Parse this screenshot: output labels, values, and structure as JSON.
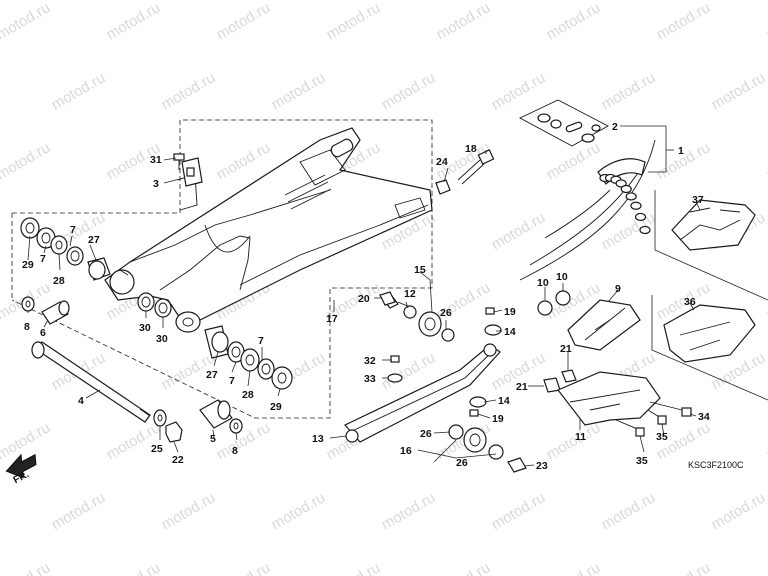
{
  "diagram": {
    "code": "KSC3F2100C",
    "front_marker": "FR.",
    "watermark": "motod.ru",
    "callouts": {
      "c1": "1",
      "c2": "2",
      "c3": "3",
      "c4": "4",
      "c5": "5",
      "c6": "6",
      "c7": "7",
      "c8": "8",
      "c9": "9",
      "c10": "10",
      "c11": "11",
      "c12": "12",
      "c13": "13",
      "c14": "14",
      "c15": "15",
      "c16": "16",
      "c17": "17",
      "c18": "18",
      "c19": "19",
      "c20": "20",
      "c21": "21",
      "c22": "22",
      "c23": "23",
      "c24": "24",
      "c25": "25",
      "c26": "26",
      "c27": "27",
      "c28": "28",
      "c29": "29",
      "c30": "30",
      "c31": "31",
      "c32": "32",
      "c33": "33",
      "c34": "34",
      "c35": "35",
      "c36": "36",
      "c37": "37"
    }
  }
}
